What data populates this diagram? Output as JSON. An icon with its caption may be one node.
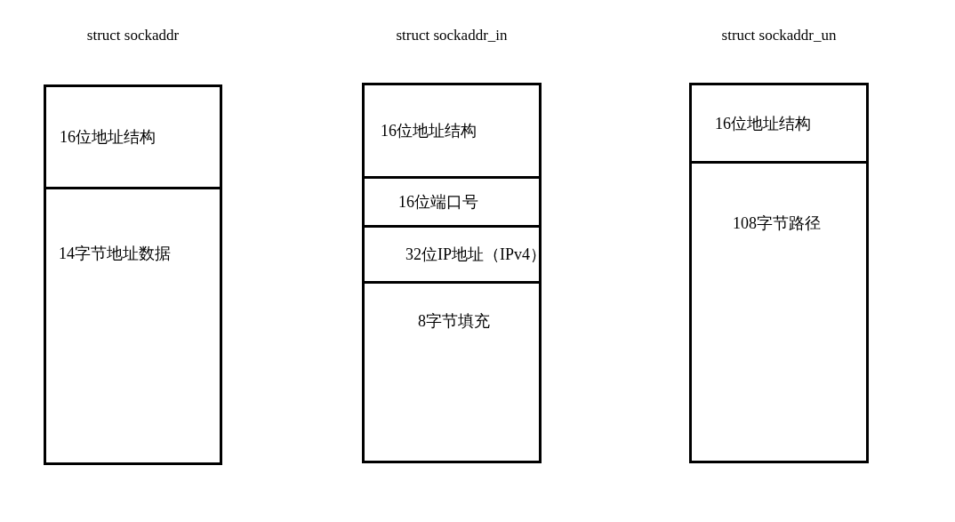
{
  "diagram": {
    "nodes": [
      {
        "text": [
          "struct sockaddr"
        ]
      },
      {
        "text": [
          "16位地址结构"
        ],
        "in": 0
      },
      {
        "text": [
          "14字节地址数据"
        ],
        "in": 0
      },
      {
        "text": [
          "struct sockaddr_in"
        ]
      },
      {
        "text": [
          "16位地址结构"
        ],
        "in": 3
      },
      {
        "text": [
          "16位端口号"
        ],
        "in": 3
      },
      {
        "text": [
          "32位IP地址（IPv4）"
        ],
        "in": 3
      },
      {
        "text": [
          "8字节填充"
        ],
        "in": 3
      },
      {
        "text": [
          "struct sockaddr_un"
        ]
      },
      {
        "text": [
          "16位地址结构"
        ],
        "in": 8
      },
      {
        "text": [
          "108字节路径"
        ],
        "in": 8
      }
    ]
  }
}
